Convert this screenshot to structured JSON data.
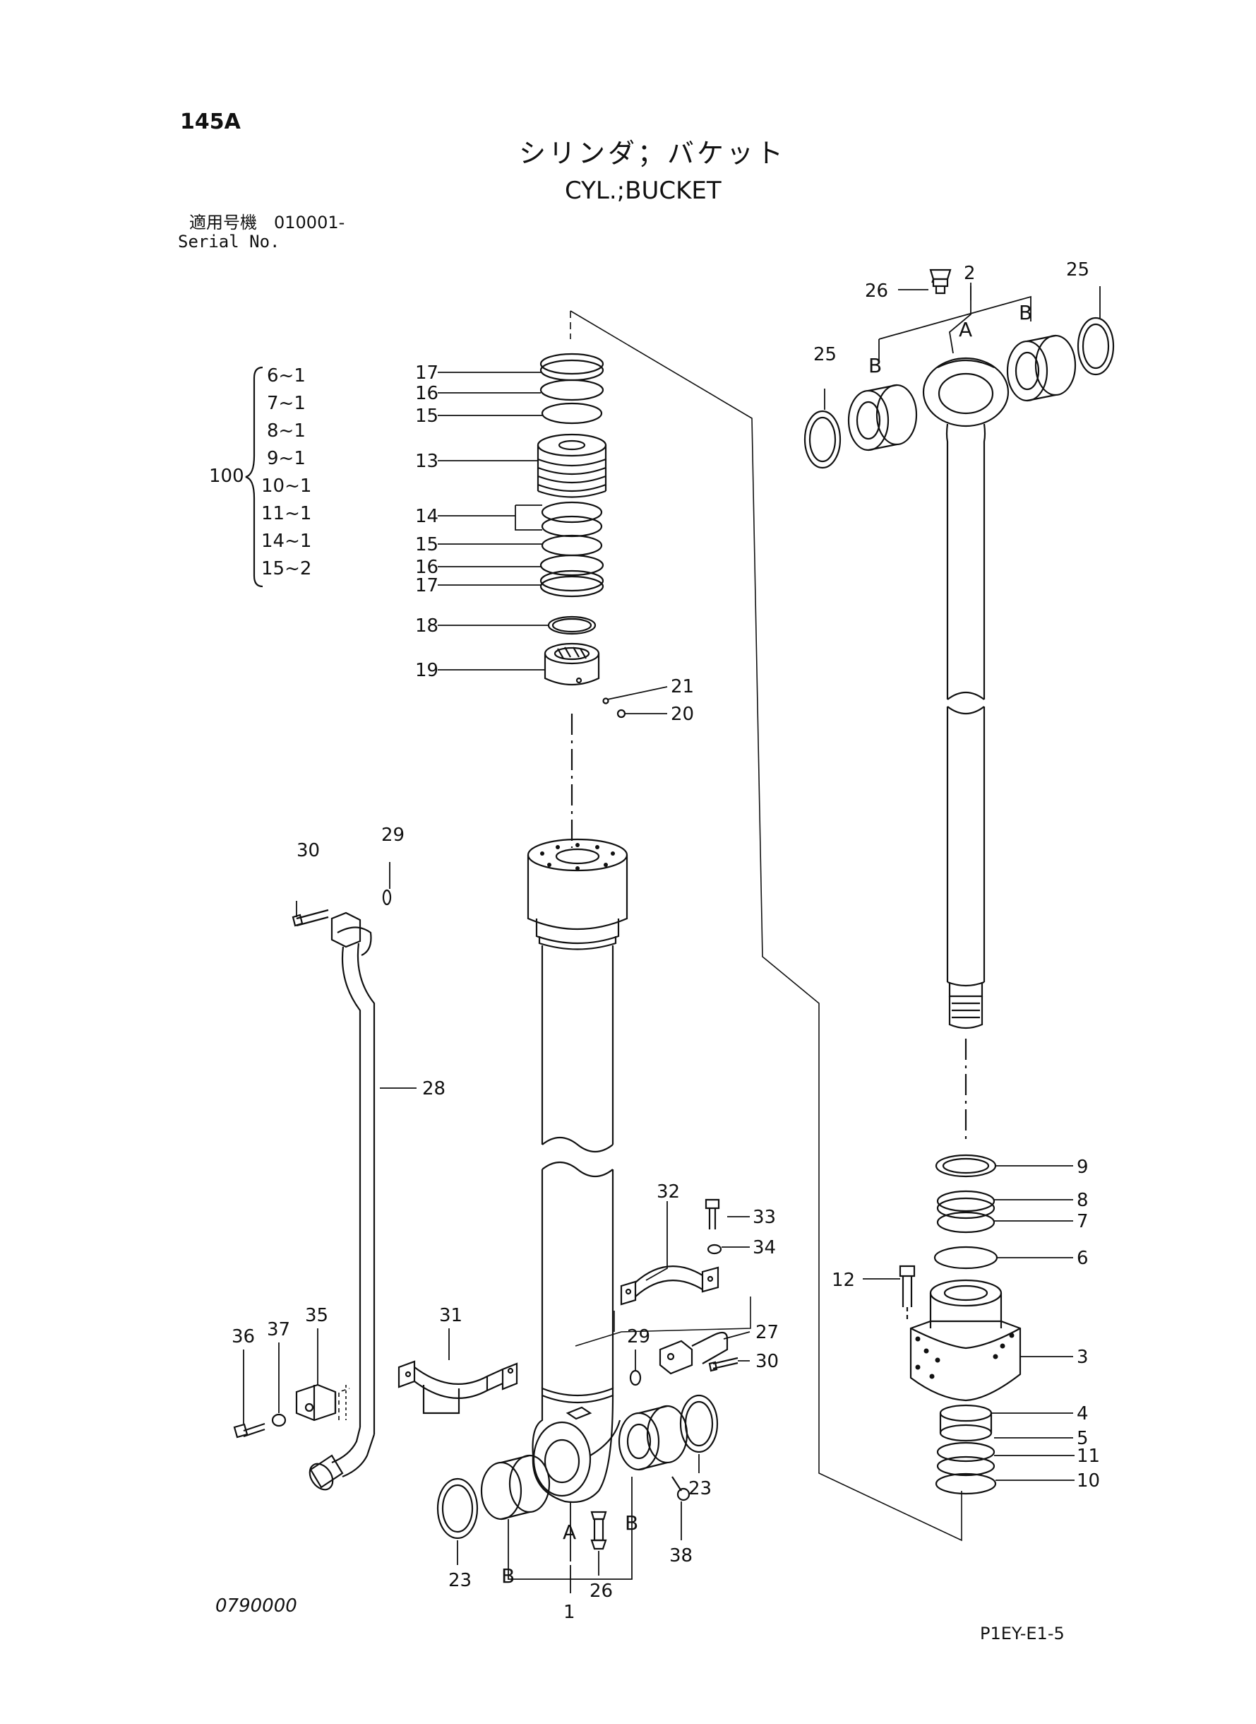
{
  "header": {
    "page_number": "145A",
    "title_jp": "シリンダ；バケット",
    "title_en": "CYL.;BUCKET",
    "serial_label_jp": "適用号機　010001-",
    "serial_label_en": "Serial No."
  },
  "footer": {
    "drawing_code": "0790000",
    "sheet_code": "P1EY-E1-5"
  },
  "kit": {
    "number": "100",
    "items": [
      "6~1",
      "7~1",
      "8~1",
      "9~1",
      "10~1",
      "11~1",
      "14~1",
      "15~2"
    ]
  },
  "callouts": {
    "n1": "1",
    "n2": "2",
    "n3": "3",
    "n4": "4",
    "n5": "5",
    "n6": "6",
    "n7": "7",
    "n8": "8",
    "n9": "9",
    "n10": "10",
    "n11": "11",
    "n12": "12",
    "n13": "13",
    "n14": "14",
    "n15": "15",
    "n16": "16",
    "n17": "17",
    "n18": "18",
    "n19": "19",
    "n20": "20",
    "n21": "21",
    "n23": "23",
    "n25": "25",
    "n26": "26",
    "n27": "27",
    "n28": "28",
    "n29": "29",
    "n30": "30",
    "n31": "31",
    "n32": "32",
    "n33": "33",
    "n34": "34",
    "n35": "35",
    "n36": "36",
    "n37": "37",
    "n38": "38",
    "a": "A",
    "b": "B"
  }
}
